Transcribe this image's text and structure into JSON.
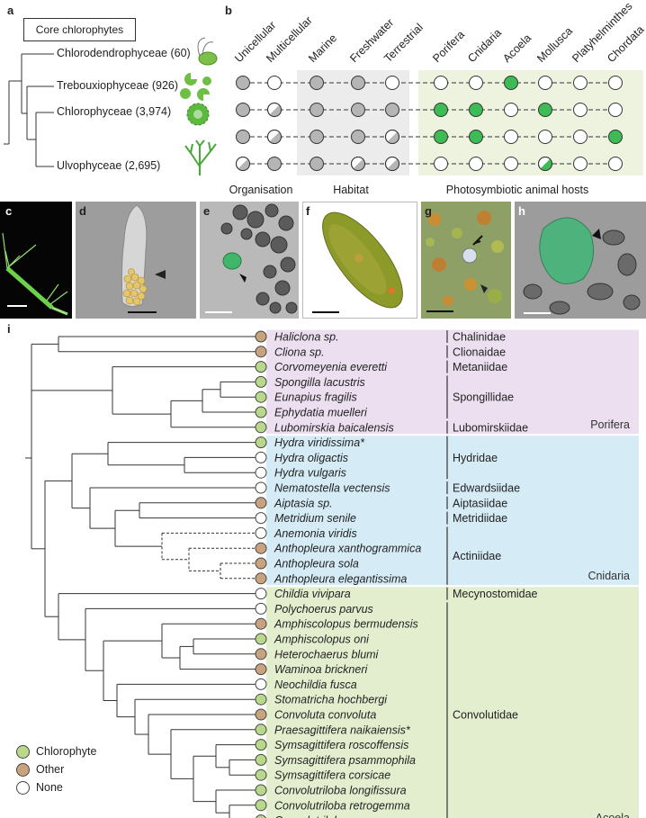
{
  "panel_a": {
    "letter": "a",
    "box_title": "Core chlorophytes",
    "classes": [
      {
        "name": "Chlorodendrophyceae (60)"
      },
      {
        "name": "Trebouxiophyceae (926)"
      },
      {
        "name": "Chlorophyceae (3,974)"
      },
      {
        "name": "Ulvophyceae (2,695)"
      }
    ]
  },
  "panel_b": {
    "letter": "b",
    "columns": [
      "Unicellular",
      "Multicellular",
      "Marine",
      "Freshwater",
      "Terrestrial",
      "Porifera",
      "Cnidaria",
      "Acoela",
      "Mollusca",
      "Platyhelminthes",
      "Chordata"
    ],
    "groups": [
      "Organisation",
      "Habitat",
      "Photosymbiotic animal hosts"
    ],
    "rows": [
      [
        "grey",
        "white",
        "grey",
        "grey",
        "white",
        "white",
        "white",
        "green",
        "white",
        "white",
        "white"
      ],
      [
        "grey",
        "half",
        "grey",
        "grey",
        "grey",
        "green",
        "green",
        "white",
        "green",
        "white",
        "white"
      ],
      [
        "grey",
        "half",
        "grey",
        "grey",
        "half",
        "green",
        "green",
        "white",
        "white",
        "white",
        "green"
      ],
      [
        "half",
        "grey",
        "grey",
        "half",
        "half",
        "white",
        "white",
        "white",
        "halfgreen",
        "white",
        "white"
      ]
    ],
    "colors": {
      "grey": "#b5b5b5",
      "green": "#3dbb55",
      "white": "#ffffff",
      "hab_bg": "#ececec",
      "host_bg": "#eef3df"
    }
  },
  "photos": {
    "c": {
      "letter": "c"
    },
    "d": {
      "letter": "d"
    },
    "e": {
      "letter": "e"
    },
    "f": {
      "letter": "f"
    },
    "g": {
      "letter": "g"
    },
    "h": {
      "letter": "h"
    }
  },
  "panel_i": {
    "letter": "i",
    "species": [
      {
        "name": "Haliclona sp.",
        "state": "other"
      },
      {
        "name": "Cliona sp.",
        "state": "other"
      },
      {
        "name": "Corvomeyenia everetti",
        "state": "chlorophyte"
      },
      {
        "name": "Spongilla lacustris",
        "state": "chlorophyte"
      },
      {
        "name": "Eunapius fragilis",
        "state": "chlorophyte"
      },
      {
        "name": "Ephydatia muelleri",
        "state": "chlorophyte"
      },
      {
        "name": "Lubomirskia baicalensis",
        "state": "chlorophyte"
      },
      {
        "name": "Hydra viridissima*",
        "state": "chlorophyte"
      },
      {
        "name": "Hydra oligactis",
        "state": "none"
      },
      {
        "name": "Hydra vulgaris",
        "state": "none"
      },
      {
        "name": "Nematostella vectensis",
        "state": "none"
      },
      {
        "name": "Aiptasia sp.",
        "state": "other"
      },
      {
        "name": "Metridium senile",
        "state": "none"
      },
      {
        "name": "Anemonia viridis",
        "state": "none"
      },
      {
        "name": "Anthopleura xanthogrammica",
        "state": "other"
      },
      {
        "name": "Anthopleura sola",
        "state": "other"
      },
      {
        "name": "Anthopleura elegantissima",
        "state": "other"
      },
      {
        "name": "Childia vivipara",
        "state": "none"
      },
      {
        "name": "Polychoerus parvus",
        "state": "none"
      },
      {
        "name": "Amphiscolopus bermudensis",
        "state": "other"
      },
      {
        "name": "Amphiscolopus oni",
        "state": "chlorophyte"
      },
      {
        "name": "Heterochaerus blumi",
        "state": "other"
      },
      {
        "name": "Waminoa brickneri",
        "state": "other"
      },
      {
        "name": "Neochildia fusca",
        "state": "none"
      },
      {
        "name": "Stomatricha hochbergi",
        "state": "chlorophyte"
      },
      {
        "name": "Convoluta convoluta",
        "state": "other"
      },
      {
        "name": "Praesagittifera naikaiensis*",
        "state": "chlorophyte"
      },
      {
        "name": "Symsagittifera roscoffensis",
        "state": "chlorophyte"
      },
      {
        "name": "Symsagittifera psammophila",
        "state": "chlorophyte"
      },
      {
        "name": "Symsagittifera corsicae",
        "state": "chlorophyte"
      },
      {
        "name": "Convolutriloba longifissura",
        "state": "chlorophyte"
      },
      {
        "name": "Convolutriloba retrogemma",
        "state": "chlorophyte"
      },
      {
        "name": "Convolutriloba macropyga",
        "state": "chlorophyte"
      }
    ],
    "families": [
      {
        "name": "Chalinidae",
        "first": 0,
        "last": 0
      },
      {
        "name": "Clionaidae",
        "first": 1,
        "last": 1
      },
      {
        "name": "Metaniidae",
        "first": 2,
        "last": 2
      },
      {
        "name": "Spongillidae",
        "first": 3,
        "last": 5
      },
      {
        "name": "Lubomirskiidae",
        "first": 6,
        "last": 6
      },
      {
        "name": "Hydridae",
        "first": 7,
        "last": 9
      },
      {
        "name": "Edwardsiidae",
        "first": 10,
        "last": 10
      },
      {
        "name": "Aiptasiidae",
        "first": 11,
        "last": 11
      },
      {
        "name": "Metridiidae",
        "first": 12,
        "last": 12
      },
      {
        "name": "Actiniidae",
        "first": 13,
        "last": 16
      },
      {
        "name": "Mecynostomidae",
        "first": 17,
        "last": 17
      },
      {
        "name": "Convolutidae",
        "first": 18,
        "last": 32
      }
    ],
    "phyla": [
      {
        "name": "Porifera",
        "first": 0,
        "last": 6,
        "color": "#ecdff0"
      },
      {
        "name": "Cnidaria",
        "first": 7,
        "last": 16,
        "color": "#d5ebf5"
      },
      {
        "name": "Acoela",
        "first": 17,
        "last": 32,
        "color": "#e3eecf"
      }
    ],
    "legend": [
      {
        "label": "Chlorophyte",
        "color": "#b8d98a"
      },
      {
        "label": "Other",
        "color": "#c9a27e"
      },
      {
        "label": "None",
        "color": "#ffffff"
      }
    ]
  }
}
